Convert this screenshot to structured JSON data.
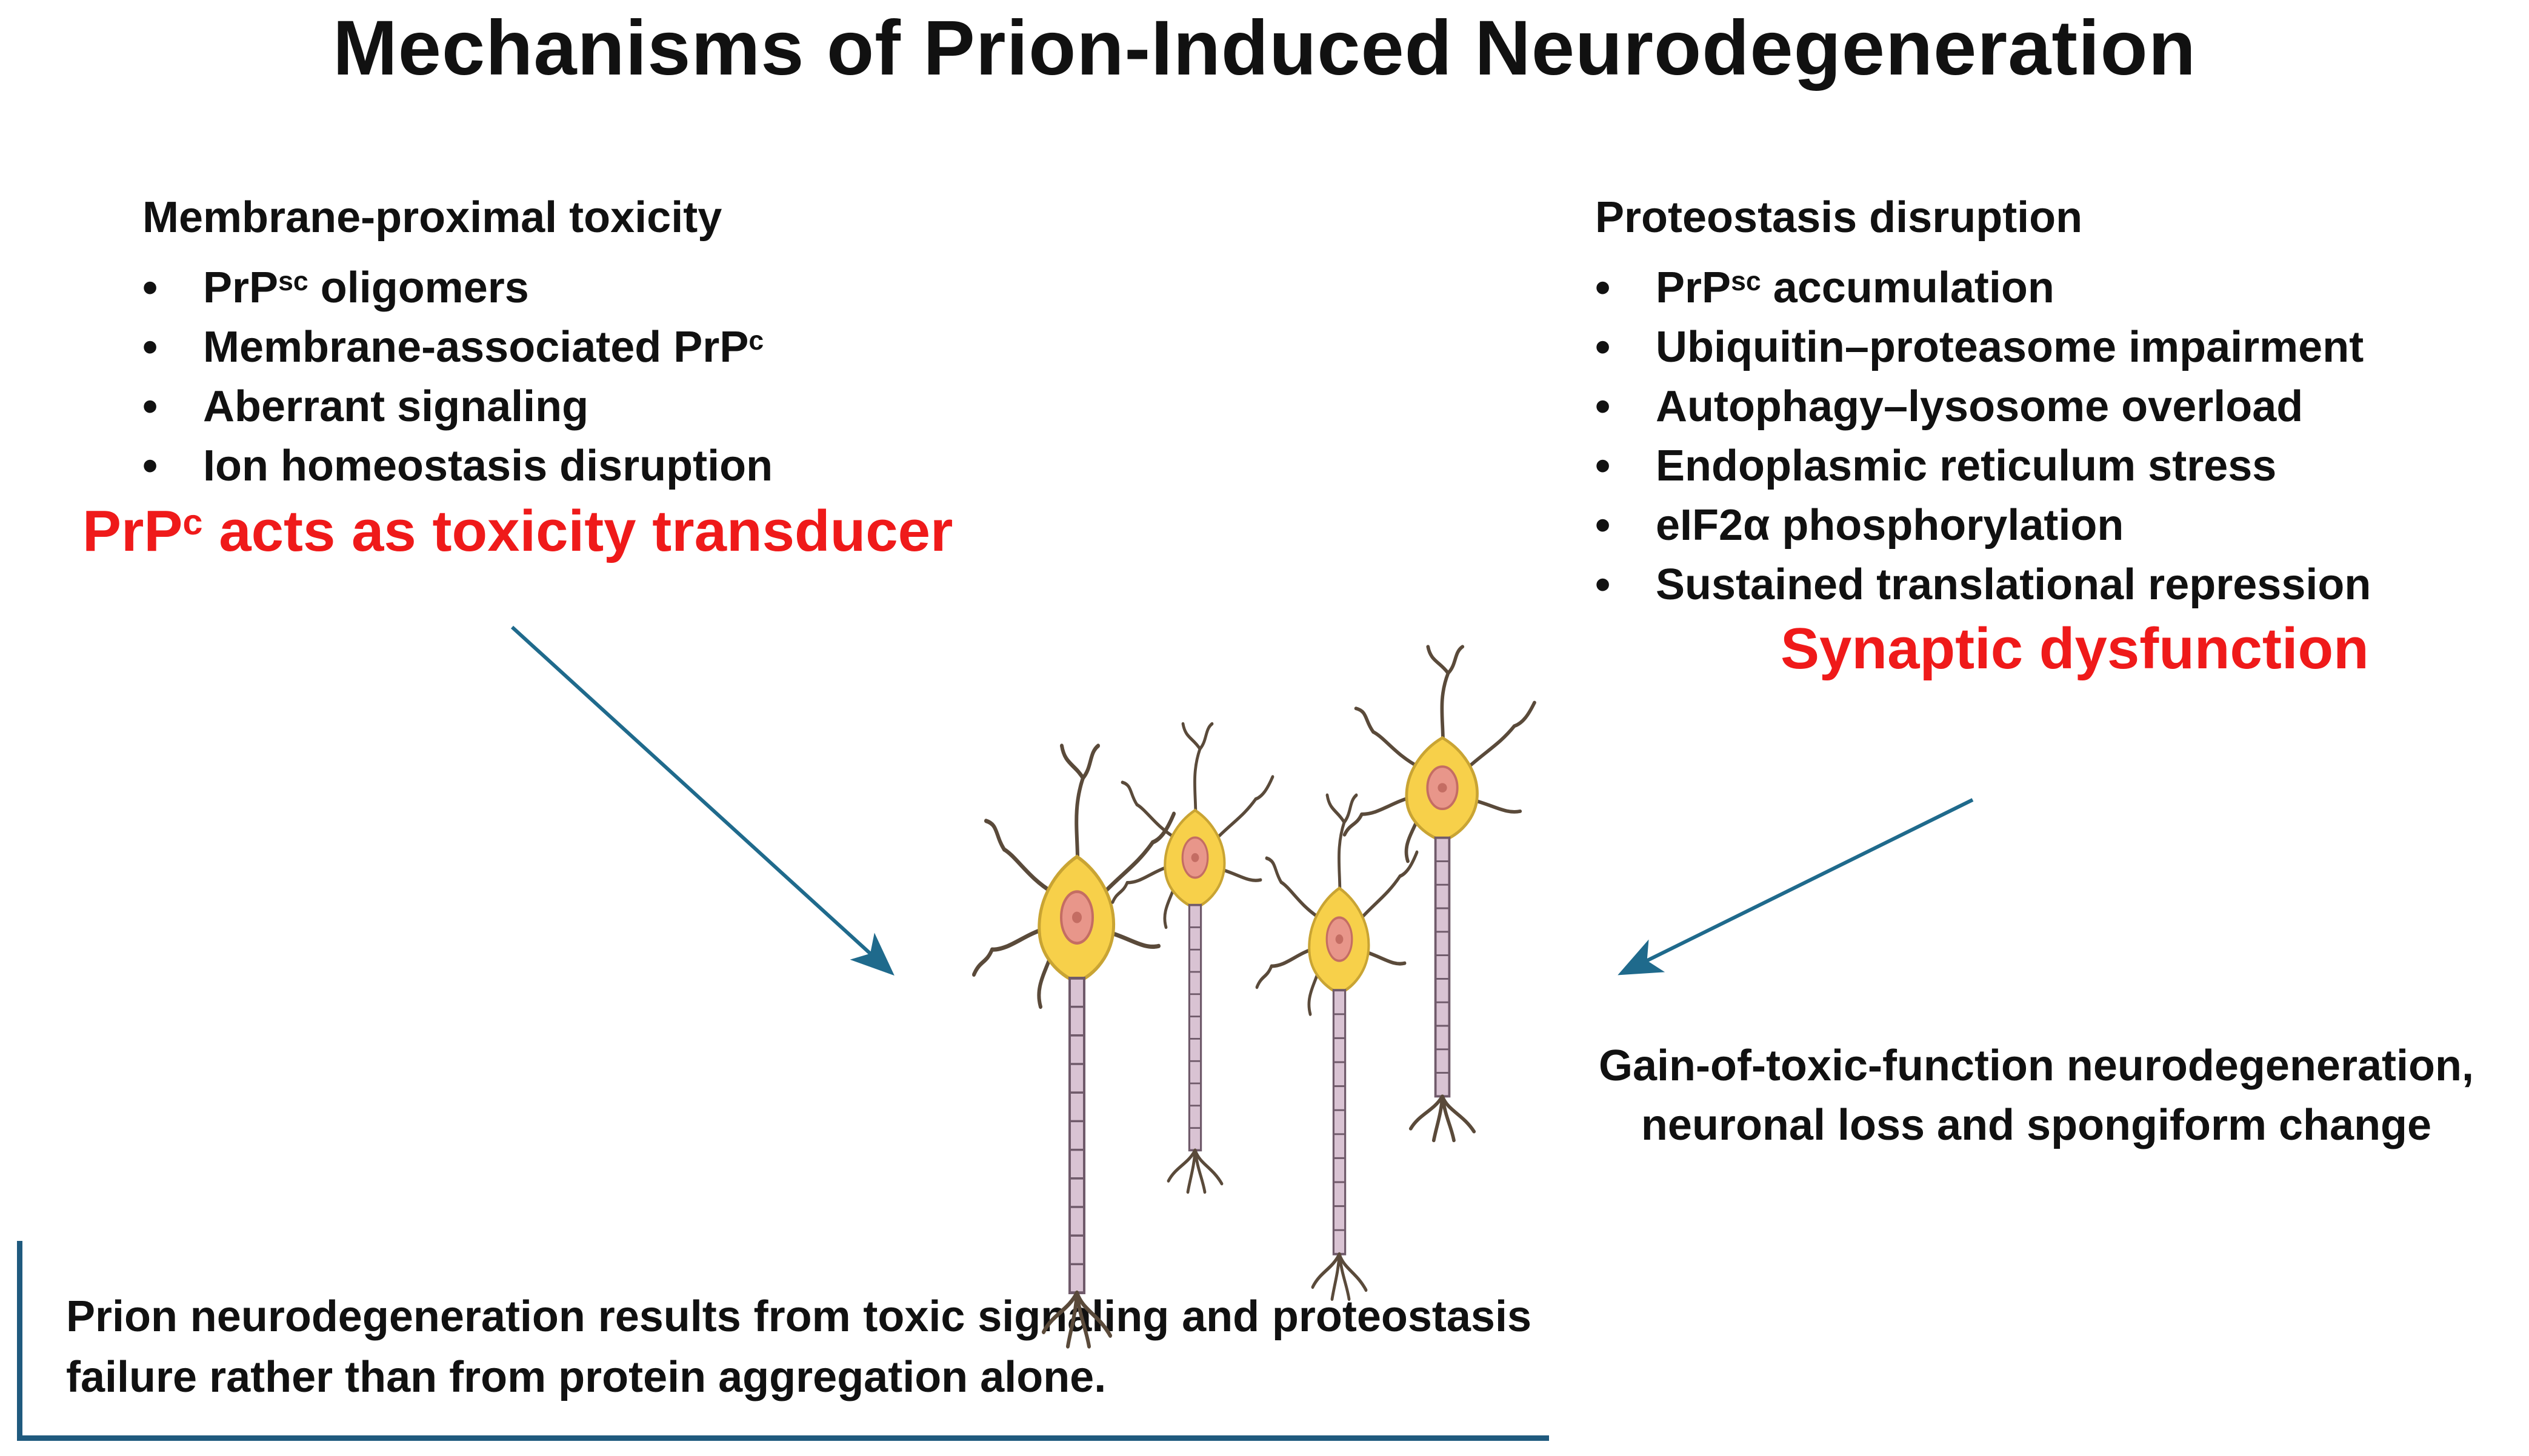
{
  "title": "Mechanisms of Prion-Induced Neurodegeneration",
  "left": {
    "heading": "Membrane-proximal toxicity",
    "items": [
      {
        "pre": "PrP",
        "sup": "sc",
        "post": " oligomers"
      },
      {
        "pre": "Membrane-associated PrP",
        "sup": "c",
        "post": ""
      },
      {
        "pre": "Aberrant signaling",
        "sup": "",
        "post": ""
      },
      {
        "pre": "Ion homeostasis disruption",
        "sup": "",
        "post": ""
      }
    ],
    "conclusion": {
      "pre": "PrP",
      "sup": "c",
      "post": " acts as toxicity transducer"
    }
  },
  "right": {
    "heading": "Proteostasis disruption",
    "items": [
      {
        "pre": "PrP",
        "sup": "sc",
        "post": " accumulation"
      },
      {
        "pre": "Ubiquitin–proteasome impairment",
        "sup": "",
        "post": ""
      },
      {
        "pre": "Autophagy–lysosome overload",
        "sup": "",
        "post": ""
      },
      {
        "pre": "Endoplasmic reticulum stress",
        "sup": "",
        "post": ""
      },
      {
        "pre": "eIF2α phosphorylation",
        "sup": "",
        "post": ""
      },
      {
        "pre": "Sustained translational repression",
        "sup": "",
        "post": ""
      }
    ],
    "conclusion": "Synaptic dysfunction"
  },
  "outcome": {
    "line1": "Gain-of-toxic-function neurodegeneration,",
    "line2": "neuronal loss and spongiform change"
  },
  "summary": "Prion neurodegeneration results from toxic signaling and proteostasis failure rather than from protein aggregation alone.",
  "colors": {
    "conclusion_red": "#ef1a1a",
    "arrow_teal": "#1f6a8c",
    "summary_border": "#1f5a7e",
    "neuron_soma": "#f7d04a",
    "neuron_nucleus": "#e8968a",
    "axon": "#d9c3d3"
  },
  "icons": [
    "neuron-illustration",
    "arrow-icon"
  ]
}
